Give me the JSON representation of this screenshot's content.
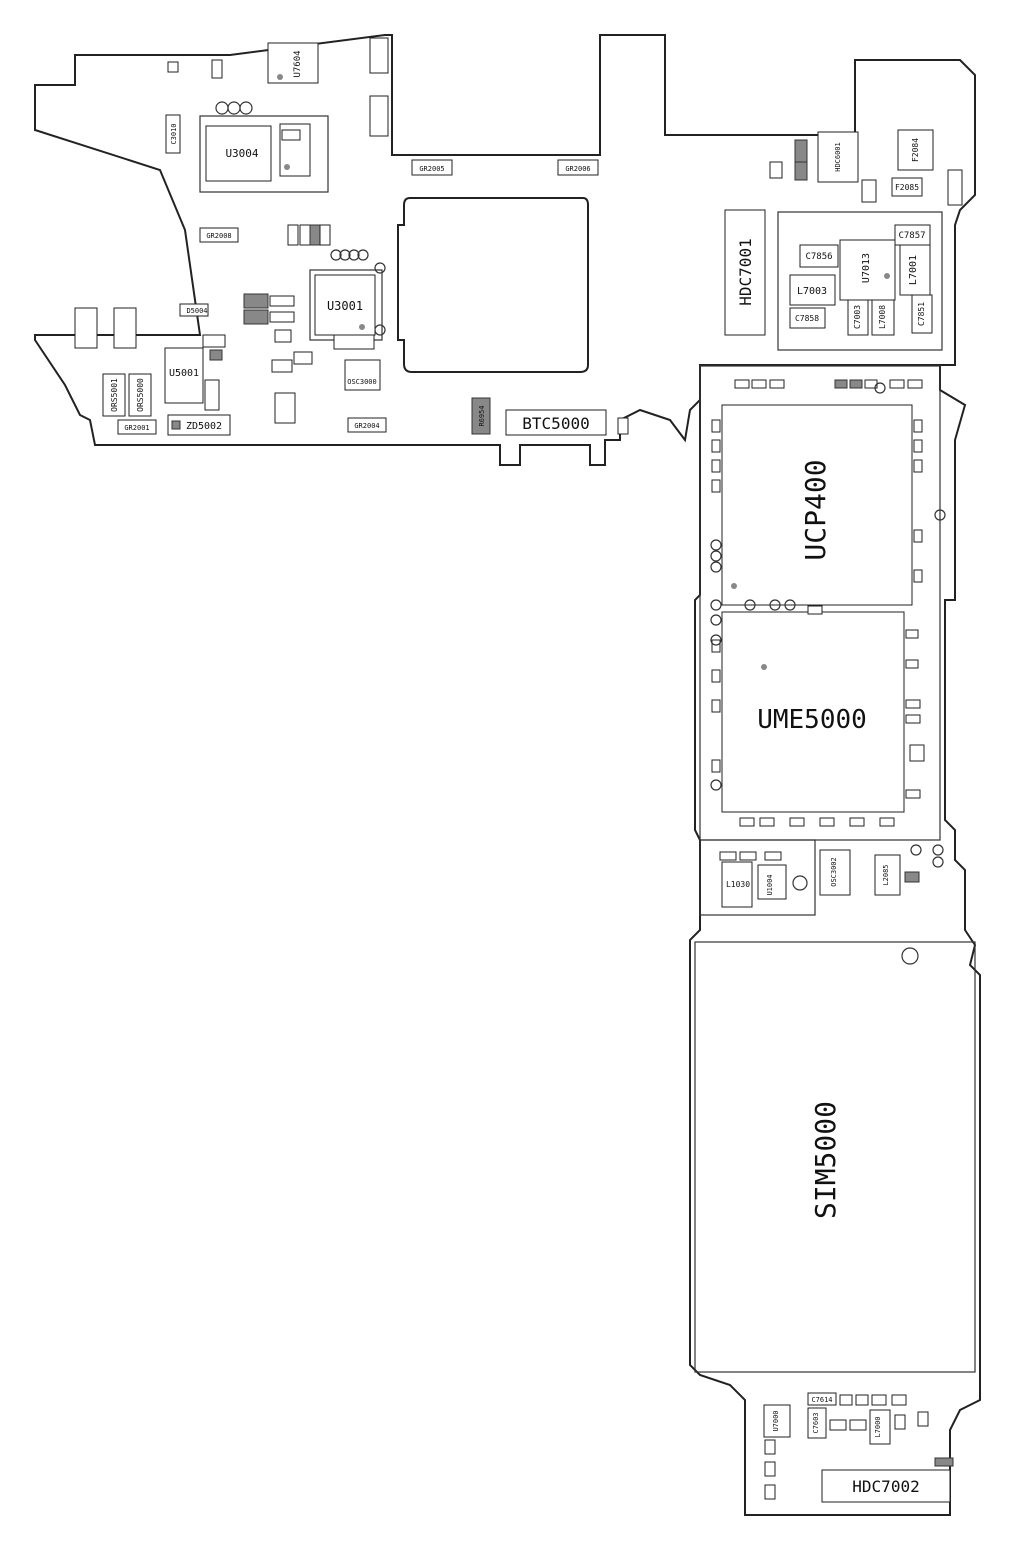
{
  "labels": {
    "u7604": "U7604",
    "u3004": "U3004",
    "c3010": "C3010",
    "gr2005": "GR2005",
    "gr2006": "GR2006",
    "gr2008": "GR2008",
    "u3001": "U3001",
    "osc3000": "OSC3000",
    "gr2004": "GR2004",
    "u5001": "U5001",
    "d5004": "D5004",
    "zd5002": "ZD5002",
    "gr2001": "GR2001",
    "ors5001": "ORS5001",
    "ors5000": "ORS5000",
    "r6954": "R6954",
    "btc5000": "BTC5000",
    "hdc7001": "HDC7001",
    "c7857": "C7857",
    "c7856": "C7856",
    "u7013": "U7013",
    "l7001": "L7001",
    "l7003": "L7003",
    "c7858": "C7858",
    "c7003": "C7003",
    "l7008": "L7008",
    "c7851": "C7851",
    "f2084": "F2084",
    "f2085": "F2085",
    "hdc6001": "HDC6001",
    "ucp400": "UCP400",
    "ume5000": "UME5000",
    "osc3002": "OSC3002",
    "l2085": "L2085",
    "l1030": "L1030",
    "u1004": "U1004",
    "sim5000": "SIM5000",
    "c7614": "C7614",
    "u7000": "U7000",
    "c7603": "C7603",
    "l7000": "L7000",
    "hdc7002": "HDC7002"
  }
}
